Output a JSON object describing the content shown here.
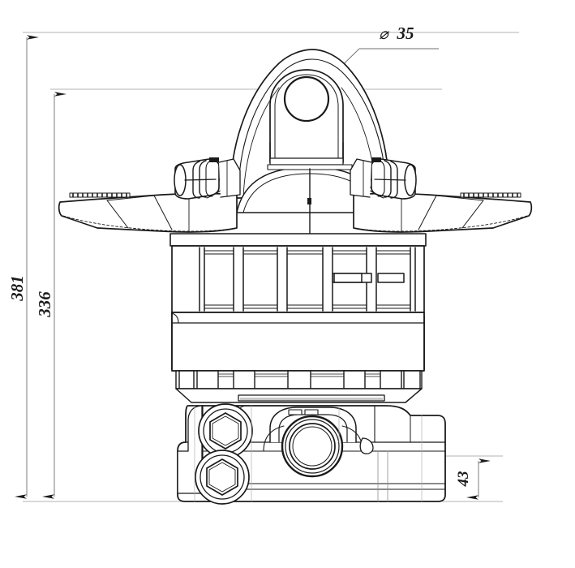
{
  "drawing": {
    "title": "Hydraulic Rotator Orthographic Elevation",
    "view": "front-elevation",
    "units": "mm",
    "line_color": "#1a1a1a",
    "thin_line_color": "#8c8c8c",
    "fill_color": "#ffffff",
    "background": "#ffffff"
  },
  "dimensions": {
    "overall_height": {
      "value": "381",
      "label": "381",
      "orientation": "vertical",
      "arrow_style": "double-ended"
    },
    "body_height": {
      "value": "336",
      "label": "336",
      "orientation": "vertical",
      "arrow_style": "double-ended"
    },
    "base_height": {
      "value": "43",
      "label": "43",
      "orientation": "vertical",
      "arrow_style": "double-ended"
    },
    "eye_bore": {
      "symbol": "⌀",
      "value": "35",
      "label": "35",
      "full_label": "⌀ 35",
      "orientation": "leader",
      "arrow_style": "double-ended-diagonal"
    }
  },
  "components": {
    "lifting_eye": "lifting-eye-bracket",
    "eye_bore_circle": "eye-bore-circle",
    "top_arm_left": "rotator-arm-left",
    "top_arm_right": "rotator-arm-right",
    "port_left": "hydraulic-port-left",
    "port_right": "hydraulic-port-right",
    "bolt_ring_upper": "upper-bolt-ring",
    "cylinder_body": "rotator-cylinder-body",
    "lower_flange": "lower-flange-block",
    "bolt_ring_lower": "lower-bolt-ring",
    "base_housing": "base-housing",
    "hex_socket_upper": "hex-socket-screw-upper",
    "hex_socket_lower": "hex-socket-screw-lower",
    "center_bearing": "center-bearing-port"
  }
}
